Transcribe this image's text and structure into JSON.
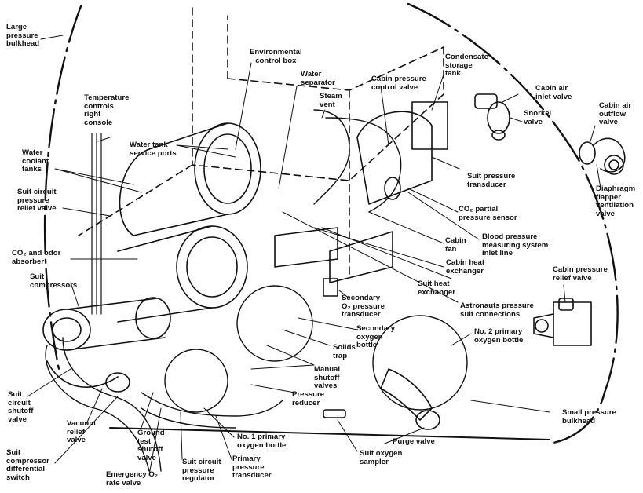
{
  "labels": {
    "large_pressure_bulkhead": "Large\npressure\nbulkhead",
    "environmental_control_box": "Environmental\ncontrol box",
    "condensate_storage_tank": "Condensate\nstorage\ntank",
    "water_separator": "Water\nseparator",
    "cabin_pressure_control_valve": "Cabin pressure\ncontrol valve",
    "steam_vent": "Steam\nvent",
    "temperature_controls_right_console": "Temperature\ncontrols\nright\nconsole",
    "cabin_air_inlet_valve": "Cabin air\ninlet valve",
    "snorkel_valve": "Snorkel\nvalve",
    "cabin_air_outflow_valve": "Cabin air\noutflow\nvalve",
    "water_coolant_tanks": "Water\ncoolant\ntanks",
    "water_tank_service_ports": "Water tank\nservice ports",
    "suit_pressure_transducer": "Suit pressure\ntransducer",
    "diaphragm_flapper_ventilation_valve": "Diaphragm\nflapper\nventilation\nvalve",
    "suit_circuit_pressure_relief_valve": "Suit circuit\npressure\nrelief valve",
    "co2_partial_pressure_sensor": "CO₂ partial\npressure sensor",
    "cabin_fan": "Cabin\nfan",
    "blood_pressure_measuring_system_inlet_line": "Blood pressure\nmeasuring system\ninlet line",
    "co2_and_odor_absorber": "CO₂ and odor\nabsorber",
    "cabin_heat_exchanger": "Cabin heat\nexchanger",
    "suit_compressors": "Suit\ncompressors",
    "cabin_pressure_relief_valve": "Cabin pressure\nrelief valve",
    "suit_heat_exchanger": "Suit heat\nexchanger",
    "secondary_o2_pressure_transducer": "Secondary\nO₂ pressure\ntransducer",
    "astronauts_pressure_suit_connections": "Astronauts pressure\nsuit connections",
    "secondary_oxygen_bottle": "Secondary\noxygen\nbottle",
    "no2_primary_oxygen_bottle": "No. 2 primary\noxygen bottle",
    "solids_trap": "Solids\ntrap",
    "manual_shutoff_valves": "Manual\nshutoff\nvalves",
    "pressure_reducer": "Pressure\nreducer",
    "suit_circuit_shutoff_valve": "Suit\ncircuit\nshutoff\nvalve",
    "small_pressure_bulkhead": "Small pressure\nbulkhead",
    "vacuum_relief_valve": "Vacuum\nrelief\nvalve",
    "ground_test_shutoff_valve": "Ground\ntest\nshutoff\nvalve",
    "no1_primary_oxygen_bottle": "No. 1 primary\noxygen bottle",
    "purge_valve": "Purge valve",
    "suit_compressor_differential_switch": "Suit\ncompressor\ndifferential\nswitch",
    "suit_circuit_pressure_regulator": "Suit circuit\npressure\nregulator",
    "primary_pressure_transducer": "Primary\npressure\ntransducer",
    "suit_oxygen_sampler": "Suit oxygen\nsampler",
    "emergency_o2_rate_valve": "Emergency O₂\nrate valve"
  }
}
